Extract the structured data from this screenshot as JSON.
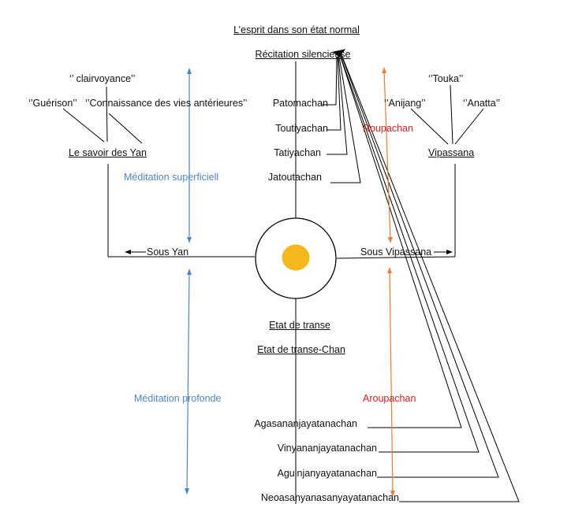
{
  "top_title": "L’esprit dans son état normal",
  "recitation": "Récitation silencieuse",
  "left": {
    "clairvoyance": "‘’ clairvoyance’’",
    "guerison": "‘’Guérison’’",
    "vies": "‘’Connaissance des vies antérieures’’",
    "savoir": "Le savoir des Yan",
    "meditation_sup": "Méditation superficiell",
    "sous_yan": "Sous Yan",
    "meditation_prof": "Méditation profonde"
  },
  "right": {
    "touka": "‘’Touka’’",
    "anijang": "‘’Anijang’’",
    "anatta": "‘’Anatta’’",
    "vipassana": "Vipassana",
    "roupachan": "Roupachan",
    "sous_vipassana": "Sous Vipassana",
    "aroupachan": "Aroupachan"
  },
  "jhanas_upper": [
    "Patomachan",
    "Toutiyachan",
    "Tatiyachan",
    "Jatoutachan"
  ],
  "center": {
    "transe": "Etat de transe",
    "transe_chan": "Etat de transe-Chan"
  },
  "jhanas_lower": [
    "Agasananjayatanachan",
    "Vinyananjayatanachan",
    "Aguinjanyayatanachan",
    "Neoasanyanasanyayatanachan"
  ],
  "colors": {
    "blue": "#4f86c6",
    "orange": "#ed7d31",
    "red": "#e02020",
    "sun": "#f2b81c"
  }
}
